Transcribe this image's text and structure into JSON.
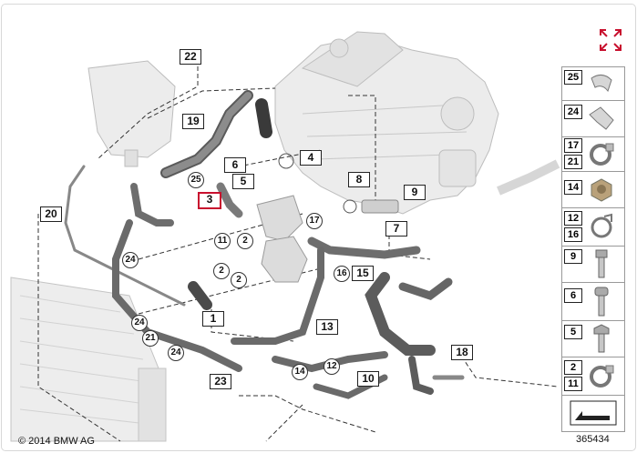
{
  "diagram": {
    "copyright": "© 2014 BMW AG",
    "doc_number": "365434",
    "callouts": [
      {
        "id": "c22",
        "label": "22"
      },
      {
        "id": "c19",
        "label": "19"
      },
      {
        "id": "c4",
        "label": "4"
      },
      {
        "id": "c6",
        "label": "6"
      },
      {
        "id": "c5",
        "label": "5"
      },
      {
        "id": "c3",
        "label": "3",
        "highlight": true
      },
      {
        "id": "c8",
        "label": "8"
      },
      {
        "id": "c9",
        "label": "9"
      },
      {
        "id": "c7",
        "label": "7"
      },
      {
        "id": "c20",
        "label": "20"
      },
      {
        "id": "c1",
        "label": "1"
      },
      {
        "id": "c15",
        "label": "15"
      },
      {
        "id": "c13",
        "label": "13"
      },
      {
        "id": "c23",
        "label": "23"
      },
      {
        "id": "c10",
        "label": "10"
      },
      {
        "id": "c18",
        "label": "18"
      }
    ],
    "circles": [
      {
        "id": "k25",
        "label": "25"
      },
      {
        "id": "k17",
        "label": "17"
      },
      {
        "id": "k11",
        "label": "11"
      },
      {
        "id": "k2a",
        "label": "2"
      },
      {
        "id": "k2b",
        "label": "2"
      },
      {
        "id": "k2c",
        "label": "2"
      },
      {
        "id": "k24a",
        "label": "24"
      },
      {
        "id": "k24b",
        "label": "24"
      },
      {
        "id": "k21",
        "label": "21"
      },
      {
        "id": "k24c",
        "label": "24"
      },
      {
        "id": "k16",
        "label": "16"
      },
      {
        "id": "k14",
        "label": "14"
      },
      {
        "id": "k12",
        "label": "12"
      }
    ],
    "legend": [
      {
        "labels": [
          "25"
        ],
        "icon": "clamp-icon"
      },
      {
        "labels": [
          "24"
        ],
        "icon": "clip-icon"
      },
      {
        "labels": [
          "17",
          "21"
        ],
        "icon": "hose-clamp-icon"
      },
      {
        "labels": [
          "14"
        ],
        "icon": "nut-icon"
      },
      {
        "labels": [
          "12",
          "16"
        ],
        "icon": "spring-clamp-icon"
      },
      {
        "labels": [
          "9"
        ],
        "icon": "bolt-icon"
      },
      {
        "labels": [
          "6"
        ],
        "icon": "bolt-icon"
      },
      {
        "labels": [
          "5"
        ],
        "icon": "bolt-icon"
      },
      {
        "labels": [
          "2",
          "11"
        ],
        "icon": "hose-clamp-icon"
      },
      {
        "labels": [],
        "icon": "arrow-icon"
      }
    ]
  }
}
